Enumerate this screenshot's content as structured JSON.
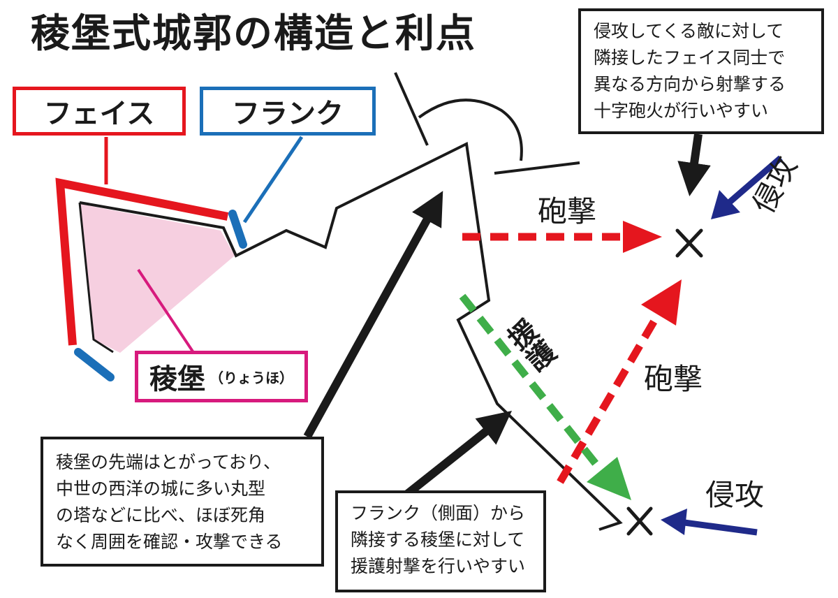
{
  "title": "稜堡式城郭の構造と利点",
  "labels": {
    "face": "フェイス",
    "flank": "フランク",
    "bastion": "稜堡",
    "bastion_reading": "（りょうほ）"
  },
  "annotations": {
    "fire_top": "砲撃",
    "fire_bottom": "砲撃",
    "support_fire": "援護",
    "attack_top": "侵攻",
    "attack_bottom": "侵攻"
  },
  "notes": {
    "cross_fire": [
      "侵攻してくる敵に対して",
      "隣接したフェイス同士で",
      "異なる方向から射撃する",
      "十字砲火が行いやすい"
    ],
    "bastion_tip": [
      "稜堡の先端はとがっており、",
      "中世の西洋の城に多い丸型",
      "の塔などに比べ、ほぼ死角",
      "なく周囲を確認・攻撃できる"
    ],
    "flank_support": [
      "フランク（側面）から",
      "隣接する稜堡に対して",
      "援護射撃を行いやすい"
    ]
  },
  "colors": {
    "face": "#e5161e",
    "flank": "#1b6fb8",
    "bastion": "#d71a7d",
    "bastion_fill": "#f6cfe0",
    "fire": "#e5161e",
    "support": "#3fae49",
    "attack": "#1f2a8a",
    "outline": "#1a1a1a"
  },
  "icons": {
    "enemy_marker": "cross-icon"
  }
}
